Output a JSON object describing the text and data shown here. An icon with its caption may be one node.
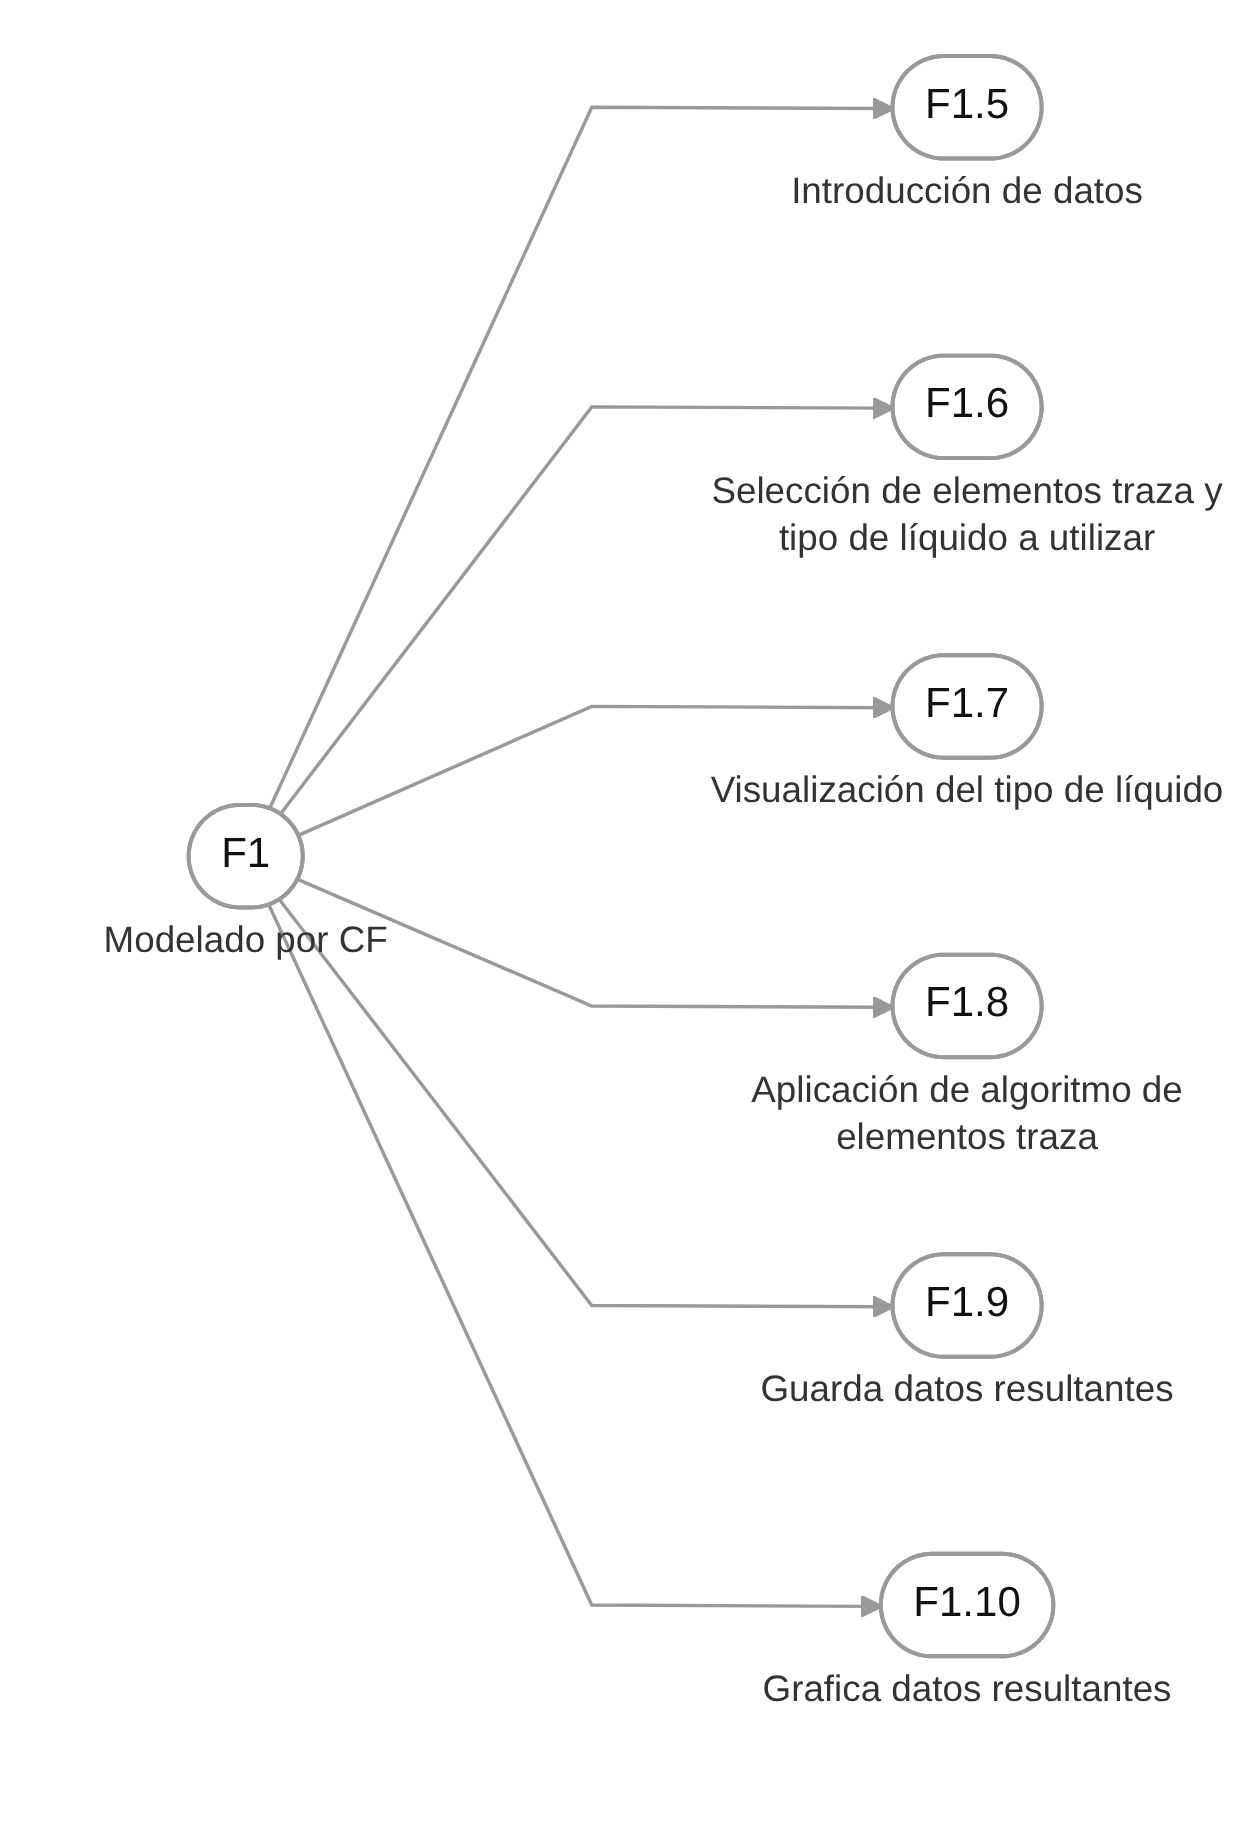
{
  "diagram": {
    "nodes": [
      {
        "text": [
          "F1"
        ],
        "beside": [
          "Modelado por CF"
        ]
      },
      {
        "text": [
          "F1.5"
        ],
        "beside": [
          "Introducción de datos"
        ]
      },
      {
        "text": [
          "F1.6"
        ],
        "beside": [
          "Selección de elementos traza y tipo de líquido a utilizar"
        ]
      },
      {
        "text": [
          "F1.7"
        ],
        "beside": [
          "Visualización del tipo de líquido"
        ]
      },
      {
        "text": [
          "F1.8"
        ],
        "beside": [
          "Aplicación de algoritmo de elementos traza"
        ]
      },
      {
        "text": [
          "F1.9"
        ],
        "beside": [
          "Guarda datos resultantes"
        ]
      },
      {
        "text": [
          "F1.10"
        ],
        "beside": [
          "Grafica datos resultantes"
        ]
      }
    ],
    "edges": [
      {
        "from": 0,
        "to": 1,
        "arrow": "to"
      },
      {
        "from": 0,
        "to": 2,
        "arrow": "to"
      },
      {
        "from": 0,
        "to": 3,
        "arrow": "to"
      },
      {
        "from": 0,
        "to": 4,
        "arrow": "to"
      },
      {
        "from": 0,
        "to": 5,
        "arrow": "to"
      },
      {
        "from": 0,
        "to": 6,
        "arrow": "to"
      }
    ]
  }
}
